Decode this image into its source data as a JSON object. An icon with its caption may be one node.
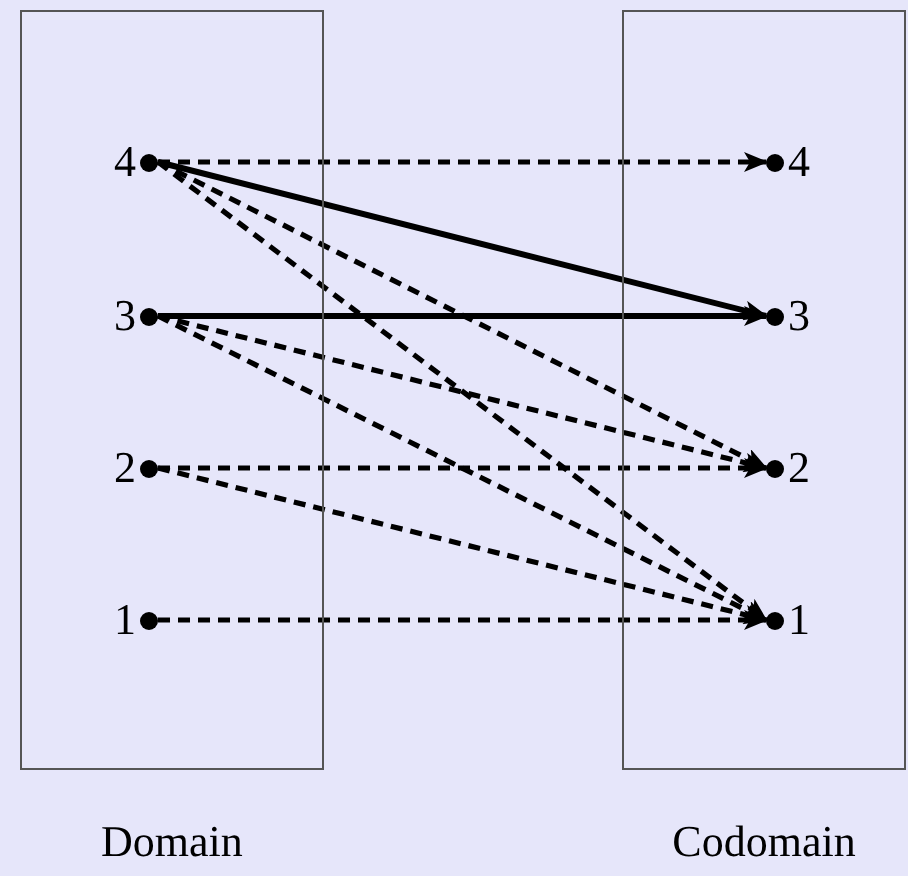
{
  "diagram": {
    "nodes": [
      {
        "text": [
          "Domain"
        ]
      },
      {
        "text": [
          "Codomain"
        ]
      },
      {
        "text": [
          "4"
        ],
        "in": 0
      },
      {
        "text": [
          "3"
        ],
        "in": 0
      },
      {
        "text": [
          "2"
        ],
        "in": 0
      },
      {
        "text": [
          "1"
        ],
        "in": 0
      },
      {
        "text": [
          "4"
        ],
        "in": 1
      },
      {
        "text": [
          "3"
        ],
        "in": 1
      },
      {
        "text": [
          "2"
        ],
        "in": 1
      },
      {
        "text": [
          "1"
        ],
        "in": 1
      }
    ],
    "edges": [
      {
        "from": 2,
        "to": 6,
        "arrow": "to",
        "style": "dashed"
      },
      {
        "from": 2,
        "to": 7,
        "arrow": "to"
      },
      {
        "from": 2,
        "to": 8,
        "arrow": "to",
        "style": "dashed"
      },
      {
        "from": 2,
        "to": 9,
        "arrow": "to",
        "style": "dashed"
      },
      {
        "from": 3,
        "to": 7,
        "arrow": "to"
      },
      {
        "from": 3,
        "to": 8,
        "arrow": "to",
        "style": "dashed"
      },
      {
        "from": 3,
        "to": 9,
        "arrow": "to",
        "style": "dashed"
      },
      {
        "from": 4,
        "to": 8,
        "arrow": "to",
        "style": "dashed"
      },
      {
        "from": 4,
        "to": 9,
        "arrow": "to",
        "style": "dashed"
      },
      {
        "from": 5,
        "to": 9,
        "arrow": "to",
        "style": "dashed"
      }
    ]
  }
}
